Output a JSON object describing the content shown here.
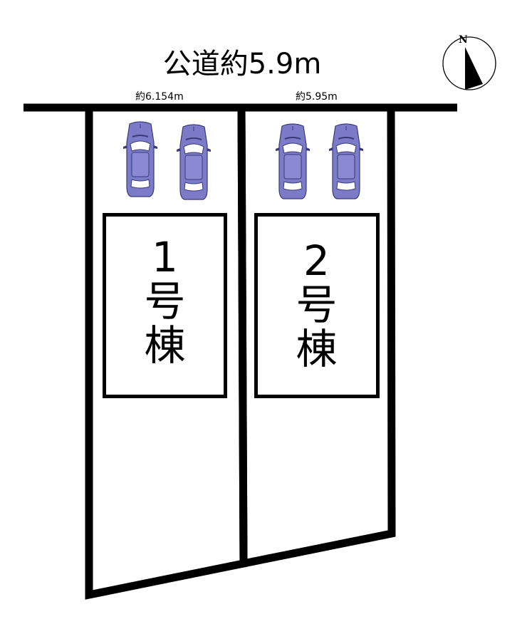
{
  "road": {
    "label": "公道約5.9m"
  },
  "frontages": [
    {
      "lot": 1,
      "label": "約6.154m"
    },
    {
      "lot": 2,
      "label": "約5.95m"
    }
  ],
  "buildings": [
    {
      "number": "1",
      "suffix_line1": "号",
      "suffix_line2": "棟"
    },
    {
      "number": "2",
      "suffix_line1": "号",
      "suffix_line2": "棟"
    }
  ],
  "parking": {
    "cars_per_lot": 2,
    "car_color": "#7B7BC8",
    "car_outline": "#3a3a7a"
  },
  "compass": {
    "label": "N"
  },
  "colors": {
    "line": "#000000",
    "background": "#ffffff"
  }
}
